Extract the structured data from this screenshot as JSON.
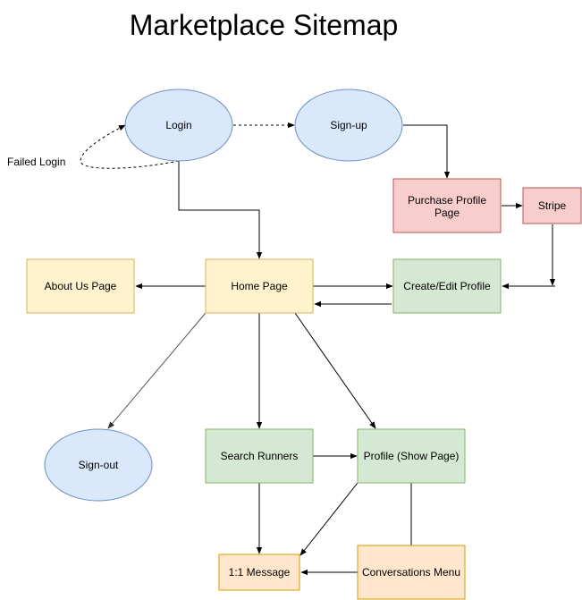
{
  "title": "Marketplace Sitemap",
  "colors": {
    "ellipse_fill": "#dae8fc",
    "ellipse_stroke": "#6c8ebf",
    "red_fill": "#f8cecc",
    "red_stroke": "#b85450",
    "yellow_fill": "#fff2cc",
    "yellow_stroke": "#d6b656",
    "green_fill": "#d5e8d4",
    "green_stroke": "#82b366",
    "orange_fill": "#ffe6cc",
    "orange_stroke": "#d79b00"
  },
  "nodes": {
    "login": "Login",
    "signup": "Sign-up",
    "purchase_profile": [
      "Purchase Profile",
      "Page"
    ],
    "stripe": "Stripe",
    "about_us": "About Us Page",
    "home": "Home Page",
    "create_edit_profile": "Create/Edit Profile",
    "signout": "Sign-out",
    "search_runners": "Search Runners",
    "profile_show": "Profile (Show Page)",
    "message": "1:1 Message",
    "conversations_menu": "Conversations Menu"
  },
  "edge_labels": {
    "failed_login": "Failed Login"
  }
}
